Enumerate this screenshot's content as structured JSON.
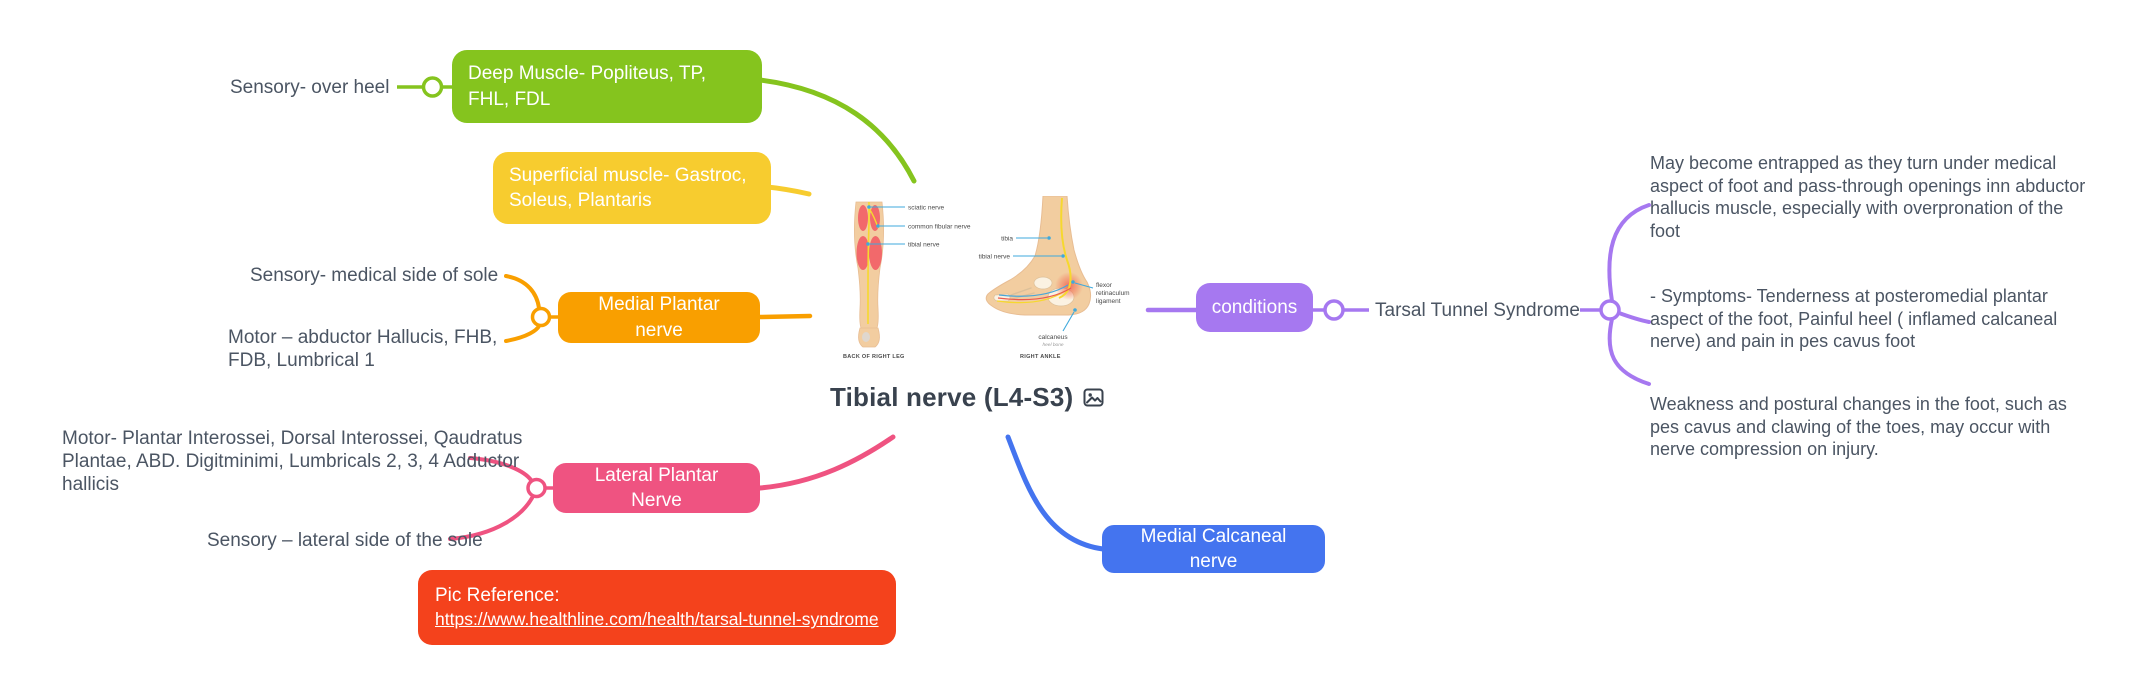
{
  "root": {
    "title": "Tibial nerve (L4-S3)"
  },
  "colors": {
    "green": "#85C41E",
    "yellow": "#F7CC2F",
    "orange": "#F99F00",
    "pink": "#EF5381",
    "red": "#F4421C",
    "blue": "#4474EF",
    "purple": "#A678F0",
    "label_text": "#4B5563",
    "title_text": "#39424E"
  },
  "nodes": {
    "deep_muscle": {
      "label": "Deep Muscle- Popliteus, TP, FHL, FDL"
    },
    "sensory_over_heel": {
      "label": "Sensory- over heel"
    },
    "superficial_muscle": {
      "label": "Superficial muscle- Gastroc, Soleus, Plantaris"
    },
    "medial_plantar": {
      "label": "Medial Plantar nerve"
    },
    "sensory_medial_sole": {
      "label": "Sensory- medical side of sole"
    },
    "motor_medial": {
      "label": "Motor – abductor Hallucis, FHB, FDB, Lumbrical 1"
    },
    "lateral_plantar": {
      "label": "Lateral Plantar Nerve"
    },
    "motor_lateral": {
      "label": "Motor- Plantar Interossei, Dorsal Interossei, Qaudratus Plantae, ABD. Digitminimi, Lumbricals 2, 3, 4 Adductor hallicis"
    },
    "sensory_lateral_sole": {
      "label": "Sensory – lateral side of the sole"
    },
    "medial_calcaneal": {
      "label": "Medial Calcaneal nerve"
    },
    "conditions": {
      "label": "conditions"
    },
    "tarsal_tunnel": {
      "label": "Tarsal Tunnel Syndrome"
    },
    "pic_reference": {
      "label": "Pic Reference:",
      "link": "https://www.healthline.com/health/tarsal-tunnel-syndrome"
    }
  },
  "notes": [
    "May become entrapped as they turn under medical aspect of foot and pass-through openings inn abductor hallucis muscle, especially with overpronation of the foot",
    "- Symptoms- Tenderness at posteromedial plantar aspect of the foot, Painful heel ( inflamed calcaneal nerve) and pain in pes cavus foot",
    "Weakness and postural changes in the foot, such as pes cavus and clawing of the toes, may occur with nerve compression on injury."
  ],
  "anatomy": {
    "left_caption": "BACK OF RIGHT LEG",
    "right_caption": "RIGHT ANKLE",
    "left_labels": {
      "sciatic": "sciatic nerve",
      "fibular": "common fibular nerve",
      "tibial": "tibial nerve"
    },
    "right_labels": {
      "tibia": "tibia",
      "tibial": "tibial nerve",
      "flexor": [
        "flexor",
        "retinaculum",
        "ligament"
      ],
      "calcaneus": "calcaneus",
      "heel": "heel bone"
    }
  }
}
